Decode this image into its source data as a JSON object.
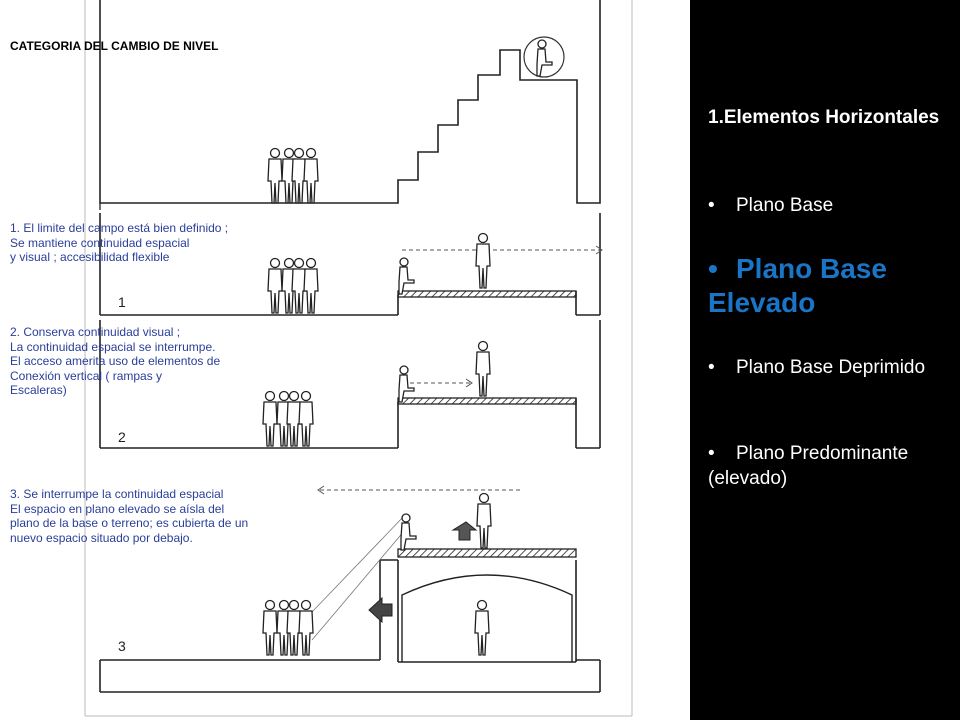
{
  "figure": {
    "title": "CATEGORIA  DEL CAMBIO DE NIVEL",
    "notes": [
      "1. El limite del campo está bien definido ;\nSe mantiene continuidad espacial\n y visual ; accesibilidad flexible",
      "2. Conserva continuidad visual ;\nLa continuidad espacial se interrumpe.\nEl acceso amerita uso de elementos de\nConexión vertical ( rampas y\nEscaleras)",
      "3. Se interrumpe la continuidad espacial\nEl espacio en plano elevado se aísla del\nplano de la base o terreno;  es cubierta de un\nnuevo espacio situado por debajo."
    ],
    "level_numbers": [
      "1",
      "2",
      "3"
    ]
  },
  "sidebar": {
    "heading": "1.Elementos Horizontales",
    "items": [
      "Plano Base",
      "Plano Base Elevado",
      "Plano Base Deprimido",
      "Plano Predominante (elevado)"
    ],
    "bullet": "•"
  },
  "colors": {
    "note_text": "#2a3e9a",
    "highlight": "#1b75c7",
    "sidebar_bg": "#000000"
  }
}
